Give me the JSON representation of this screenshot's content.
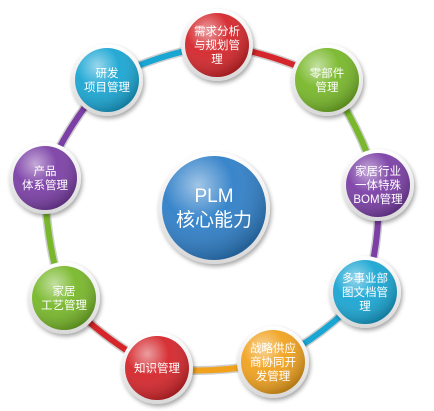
{
  "center": {
    "lines": [
      "PLM",
      "核心能力"
    ],
    "color": "#2f7fc8"
  },
  "nodes": [
    {
      "id": "requirements",
      "lines": [
        "需求分析",
        "与规划管",
        "理"
      ],
      "color": "#d4262b"
    },
    {
      "id": "parts",
      "lines": [
        "零部件",
        "管理"
      ],
      "color": "#78b82a"
    },
    {
      "id": "home-bom",
      "lines": [
        "家居行业",
        "一体特殊",
        "BOM管理"
      ],
      "color": "#7b3fa6"
    },
    {
      "id": "multi-business-docs",
      "lines": [
        "多事业部",
        "图文档管",
        "理"
      ],
      "color": "#1aa6d3"
    },
    {
      "id": "strategic-supply",
      "lines": [
        "战略供应",
        "商协同开",
        "发管理"
      ],
      "color": "#f0a21f"
    },
    {
      "id": "knowledge",
      "lines": [
        "知识管理"
      ],
      "color": "#d4262b"
    },
    {
      "id": "home-process",
      "lines": [
        "家居",
        "工艺管理"
      ],
      "color": "#78b82a"
    },
    {
      "id": "product-system",
      "lines": [
        "产品",
        "体系管理"
      ],
      "color": "#7b3fa6"
    },
    {
      "id": "rd-project",
      "lines": [
        "研发",
        "项目管理"
      ],
      "color": "#1aa6d3"
    }
  ]
}
